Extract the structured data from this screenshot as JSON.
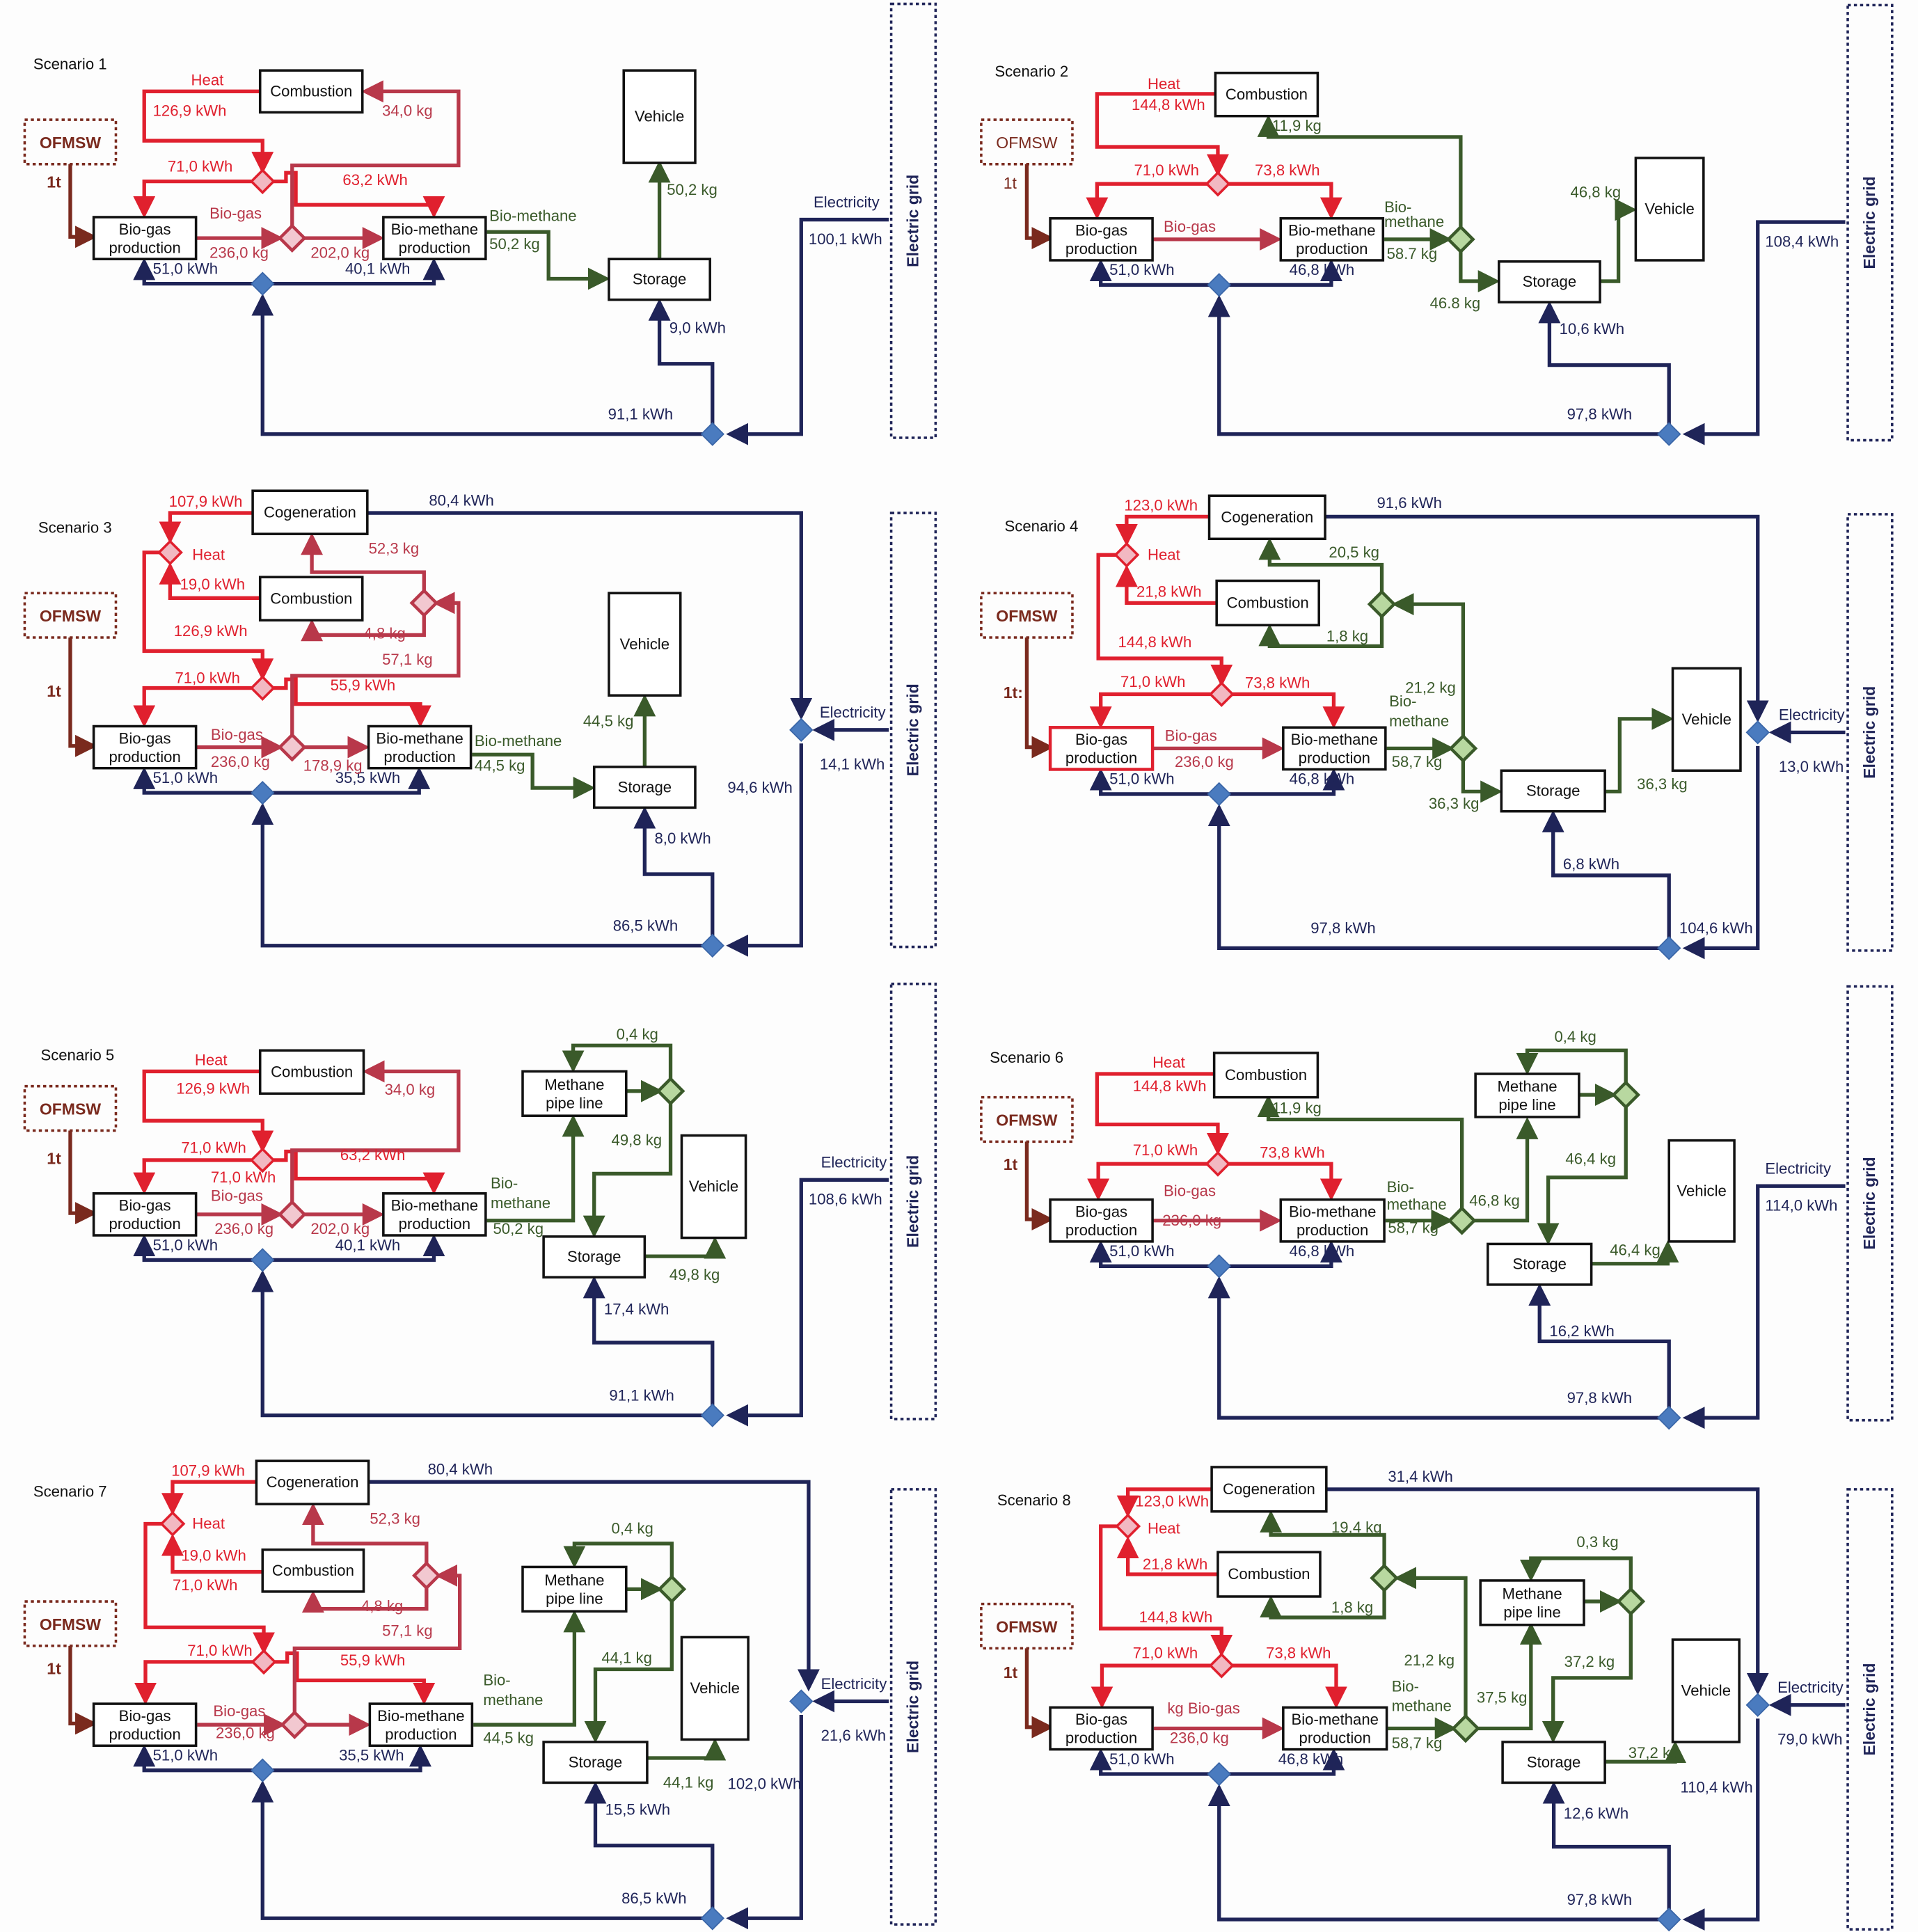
{
  "figure": {
    "grid_label": "Electric grid",
    "colors": {
      "heat": "#e0202e",
      "biogas": "#b8384a",
      "electricity": "#1f2458",
      "biomethane": "#3a5a2a",
      "ofmsw": "#7a2a1e",
      "electricity_junction": "#4a7bbf",
      "biomethane_junction": "#b8d8a0",
      "heat_junction": "#f2b8c2"
    }
  },
  "scenarios": [
    {
      "title": "Scenario 1",
      "boxes": {
        "ofmsw": "OFMSW",
        "biogas": [
          "Bio-gas",
          "production"
        ],
        "biomethane": [
          "Bio-methane",
          "production"
        ],
        "combustion": "Combustion",
        "storage": "Storage",
        "vehicle": "Vehicle"
      },
      "labels": {
        "input": "1t",
        "heat": "Heat",
        "heat_total": "126,9 kWh",
        "heat_to_biogas": "71,0 kWh",
        "heat_to_biomethane": "63,2 kWh",
        "biogas_name": "Bio-gas",
        "biogas_out": "236,0 kg",
        "biogas_to_upgrading": "202,0 kg",
        "biogas_to_combustion": "34,0 kg",
        "biomethane_name": "Bio-methane",
        "biomethane_out": "50,2 kg",
        "to_vehicle": "50,2 kg",
        "el_biogas": "51,0 kWh",
        "el_biomethane": "40,1 kWh",
        "el_storage": "9,0 kWh",
        "el_plant": "91,1 kWh",
        "electricity": "Electricity",
        "el_grid": "100,1 kWh"
      }
    },
    {
      "title": "Scenario 2",
      "boxes": {
        "ofmsw": "OFMSW",
        "biogas": [
          "Bio-gas",
          "production"
        ],
        "biomethane": [
          "Bio-methane",
          "production"
        ],
        "combustion": "Combustion",
        "storage": "Storage",
        "vehicle": "Vehicle"
      },
      "labels": {
        "input": "1t",
        "heat": "Heat",
        "heat_total": "144,8 kWh",
        "heat_to_biogas": "71,0 kWh",
        "heat_to_biomethane": "73,8 kWh",
        "biogas_name": "Bio-gas",
        "biomethane_name": [
          "Bio-",
          "methane"
        ],
        "biomethane_out": "58.7 kg",
        "to_combustion": "11,9 kg",
        "to_storage": "46.8 kg",
        "to_vehicle": "46,8 kg",
        "el_biogas": "51,0 kWh",
        "el_biomethane": "46,8 kWh",
        "el_storage": "10,6 kWh",
        "el_plant": "97,8 kWh",
        "el_grid": "108,4 kWh"
      }
    },
    {
      "title": "Scenario 3",
      "boxes": {
        "ofmsw": "OFMSW",
        "biogas": [
          "Bio-gas",
          "production"
        ],
        "biomethane": [
          "Bio-methane",
          "production"
        ],
        "cogeneration": "Cogeneration",
        "combustion": "Combustion",
        "storage": "Storage",
        "vehicle": "Vehicle"
      },
      "labels": {
        "input": "1t",
        "heat": "Heat",
        "cogen_heat": "107,9 kWh",
        "comb_heat": "19,0 kWh",
        "heat_total": "126,9 kWh",
        "heat_to_biogas": "71,0 kWh",
        "heat_to_biomethane": "55,9 kWh",
        "biogas_name": "Bio-gas",
        "biogas_out": "236,0 kg",
        "biogas_to_upgrading": "178,9 kg",
        "biogas_split": "57,1 kg",
        "to_cogen": "52,3 kg",
        "to_combustion": "4,8 kg",
        "cogen_el": "80,4 kWh",
        "biomethane_name": "Bio-methane",
        "biomethane_out": "44,5 kg",
        "to_vehicle": "44,5 kg",
        "el_biogas": "51,0 kWh",
        "el_biomethane": "35,5 kWh",
        "el_storage": "8,0 kWh",
        "el_plant": "86,5 kWh",
        "el_total": "94,6 kWh",
        "electricity": "Electricity",
        "el_grid": "14,1 kWh"
      }
    },
    {
      "title": "Scenario 4",
      "boxes": {
        "ofmsw": "OFMSW",
        "biogas": [
          "Bio-gas",
          "production"
        ],
        "biomethane": [
          "Bio-methane",
          "production"
        ],
        "cogeneration": "Cogeneration",
        "combustion": "Combustion",
        "storage": "Storage",
        "vehicle": "Vehicle"
      },
      "labels": {
        "input": "1t:",
        "heat": "Heat",
        "cogen_heat": "123,0 kWh",
        "comb_heat": "21,8 kWh",
        "heat_total": "144,8 kWh",
        "heat_to_biogas": "71,0 kWh",
        "heat_to_biomethane": "73,8 kWh",
        "biogas_name": "Bio-gas",
        "biogas_out": "236,0 kg",
        "biomethane_name": [
          "Bio-",
          "methane"
        ],
        "biomethane_out": "58,7 kg",
        "to_cogen": "20,5 kg",
        "to_combustion": "1,8 kg",
        "to_split": "21,2 kg",
        "to_storage": "36,3 kg",
        "to_vehicle": "36,3 kg",
        "cogen_el": "91,6 kWh",
        "el_biogas": "51,0 kWh",
        "el_biomethane": "46,8 kWh",
        "el_storage": "6,8 kWh",
        "el_plant": "97,8 kWh",
        "el_total": "104,6 kWh",
        "electricity": "Electricity",
        "el_grid": "13,0 kWh"
      }
    },
    {
      "title": "Scenario 5",
      "boxes": {
        "ofmsw": "OFMSW",
        "biogas": [
          "Bio-gas",
          "production"
        ],
        "biomethane": [
          "Bio-methane",
          "production"
        ],
        "combustion": "Combustion",
        "pipeline": [
          "Methane",
          "pipe line"
        ],
        "storage": "Storage",
        "vehicle": "Vehicle"
      },
      "labels": {
        "input": "1t",
        "heat": "Heat",
        "heat_total": "126,9 kWh",
        "heat_to_biogas": "71,0 kWh",
        "heat_to_biogas_dup": "71,0 kWh",
        "heat_to_biomethane": "63,2 kWh",
        "biogas_name": "Bio-gas",
        "biogas_out": "236,0 kg",
        "biogas_to_upgrading": "202,0 kg",
        "biogas_to_combustion": "34,0 kg",
        "biomethane_name": [
          "Bio-",
          "methane"
        ],
        "biomethane_out": "50,2 kg",
        "pipeline_loss": "0,4 kg",
        "to_storage": "49,8 kg",
        "to_vehicle": "49,8 kg",
        "el_biogas": "51,0 kWh",
        "el_biomethane": "40,1 kWh",
        "el_storage": "17,4 kWh",
        "el_plant": "91,1 kWh",
        "electricity": "Electricity",
        "el_grid": "108,6 kWh"
      }
    },
    {
      "title": "Scenario 6",
      "boxes": {
        "ofmsw": "OFMSW",
        "biogas": [
          "Bio-gas",
          "production"
        ],
        "biomethane": [
          "Bio-methane",
          "production"
        ],
        "combustion": "Combustion",
        "pipeline": [
          "Methane",
          "pipe line"
        ],
        "storage": "Storage",
        "vehicle": "Vehicle"
      },
      "labels": {
        "input": "1t",
        "heat": "Heat",
        "heat_total": "144,8 kWh",
        "heat_to_biogas": "71,0 kWh",
        "heat_to_biomethane": "73,8 kWh",
        "biogas_name": "Bio-gas",
        "biogas_out": "236,0 kg",
        "biomethane_name": [
          "Bio-",
          "methane"
        ],
        "biomethane_out": "58,7 kg",
        "to_combustion": "11,9 kg",
        "to_pipeline": "46,8 kg",
        "pipeline_loss": "0,4 kg",
        "to_storage": "46,4 kg",
        "to_vehicle": "46,4 kg",
        "el_biogas": "51,0 kWh",
        "el_biomethane": "46,8 kWh",
        "el_storage": "16,2 kWh",
        "el_plant": "97,8 kWh",
        "electricity": "Electricity",
        "el_grid": "114,0 kWh"
      }
    },
    {
      "title": "Scenario 7",
      "boxes": {
        "ofmsw": "OFMSW",
        "biogas": [
          "Bio-gas",
          "production"
        ],
        "biomethane": [
          "Bio-methane",
          "production"
        ],
        "cogeneration": "Cogeneration",
        "combustion": "Combustion",
        "pipeline": [
          "Methane",
          "pipe line"
        ],
        "storage": "Storage",
        "vehicle": "Vehicle"
      },
      "labels": {
        "input": "1t",
        "heat": "Heat",
        "cogen_heat": "107,9 kWh",
        "comb_heat": "19,0 kWh",
        "heat_total": "71,0 kWh",
        "heat_to_biogas": "71,0 kWh",
        "heat_to_biomethane": "55,9 kWh",
        "biogas_name": "Bio-gas",
        "biogas_out": "236,0 kg",
        "biogas_split": "57,1 kg",
        "to_cogen": "52,3 kg",
        "to_combustion": "4,8 kg",
        "cogen_el": "80,4 kWh",
        "biomethane_name": [
          "Bio-",
          "methane"
        ],
        "biomethane_out": "44,5 kg",
        "pipeline_loss": "0,4 kg",
        "to_storage": "44,1 kg",
        "to_vehicle": "44,1 kg",
        "el_biogas": "51,0 kWh",
        "el_biomethane": "35,5 kWh",
        "el_storage": "15,5 kWh",
        "el_plant": "86,5 kWh",
        "el_total": "102,0 kWh",
        "electricity": "Electricity",
        "el_grid": "21,6 kWh"
      }
    },
    {
      "title": "Scenario 8",
      "boxes": {
        "ofmsw": "OFMSW",
        "biogas": [
          "Bio-gas",
          "production"
        ],
        "biomethane": [
          "Bio-methane",
          "production"
        ],
        "cogeneration": "Cogeneration",
        "combustion": "Combustion",
        "pipeline": [
          "Methane",
          "pipe line"
        ],
        "storage": "Storage",
        "vehicle": "Vehicle"
      },
      "labels": {
        "input": "1t",
        "heat": "Heat",
        "cogen_heat": "123,0 kWh",
        "comb_heat": "21,8 kWh",
        "heat_total": "144,8 kWh",
        "heat_to_biogas": "71,0 kWh",
        "heat_to_biomethane": "73,8 kWh",
        "biogas_name": "kg Bio-gas",
        "biogas_out": "236,0 kg",
        "biomethane_name": [
          "Bio-",
          "methane"
        ],
        "biomethane_out": "58,7 kg",
        "to_cogen": "19,4 kg",
        "to_combustion": "1,8 kg",
        "to_split": "21,2 kg",
        "to_pipeline": "37,5 kg",
        "pipeline_loss": "0,3 kg",
        "to_storage": "37,2 kg",
        "to_vehicle": "37,2 kg",
        "cogen_el": "31,4 kWh",
        "el_biogas": "51,0 kWh",
        "el_biomethane": "46,8 kWh",
        "el_storage": "12,6 kWh",
        "el_plant": "97,8 kWh",
        "el_total": "110,4 kWh",
        "electricity": "Electricity",
        "el_grid": "79,0 kWh"
      }
    }
  ]
}
